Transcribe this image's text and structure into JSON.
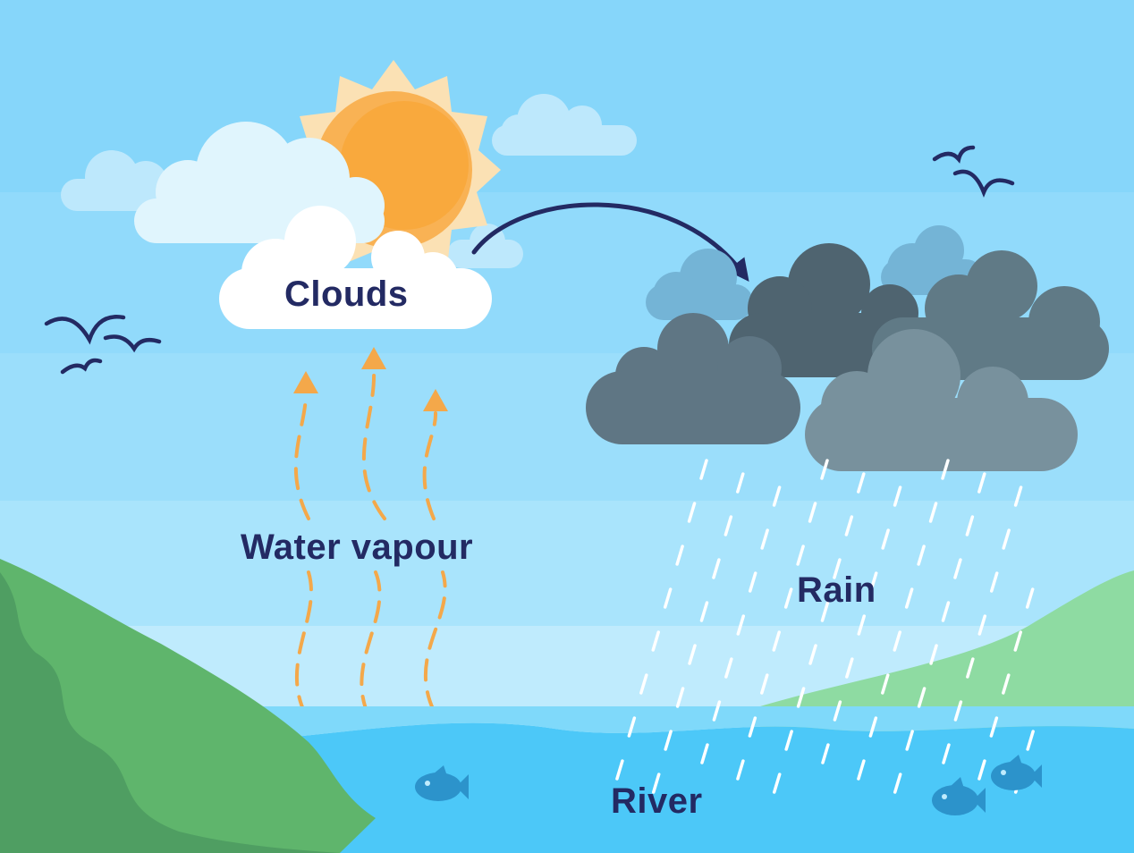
{
  "labels": {
    "clouds": "Clouds",
    "water_vapour": "Water vapour",
    "rain": "Rain",
    "river": "River"
  },
  "colors": {
    "sky": "#86d6fa",
    "sun": "#f9a93d",
    "sun_rays": "#fbe1b4",
    "white_cloud": "#ffffff",
    "light_cloud": "#e0f5fd",
    "storm_cloud": "#4f6470",
    "vapour_arrow": "#f4a84a",
    "curved_arrow": "#232a63",
    "rain": "#ffffff",
    "river": "#4cc8f8",
    "hill": "#5fb56c",
    "fish": "#2c93cb",
    "label_text": "#232a63"
  },
  "icons": [
    "sun-icon",
    "cloud-icon",
    "storm-cloud-icon",
    "bird-icon",
    "fish-icon",
    "arrow-icon",
    "raindrop-icon"
  ]
}
